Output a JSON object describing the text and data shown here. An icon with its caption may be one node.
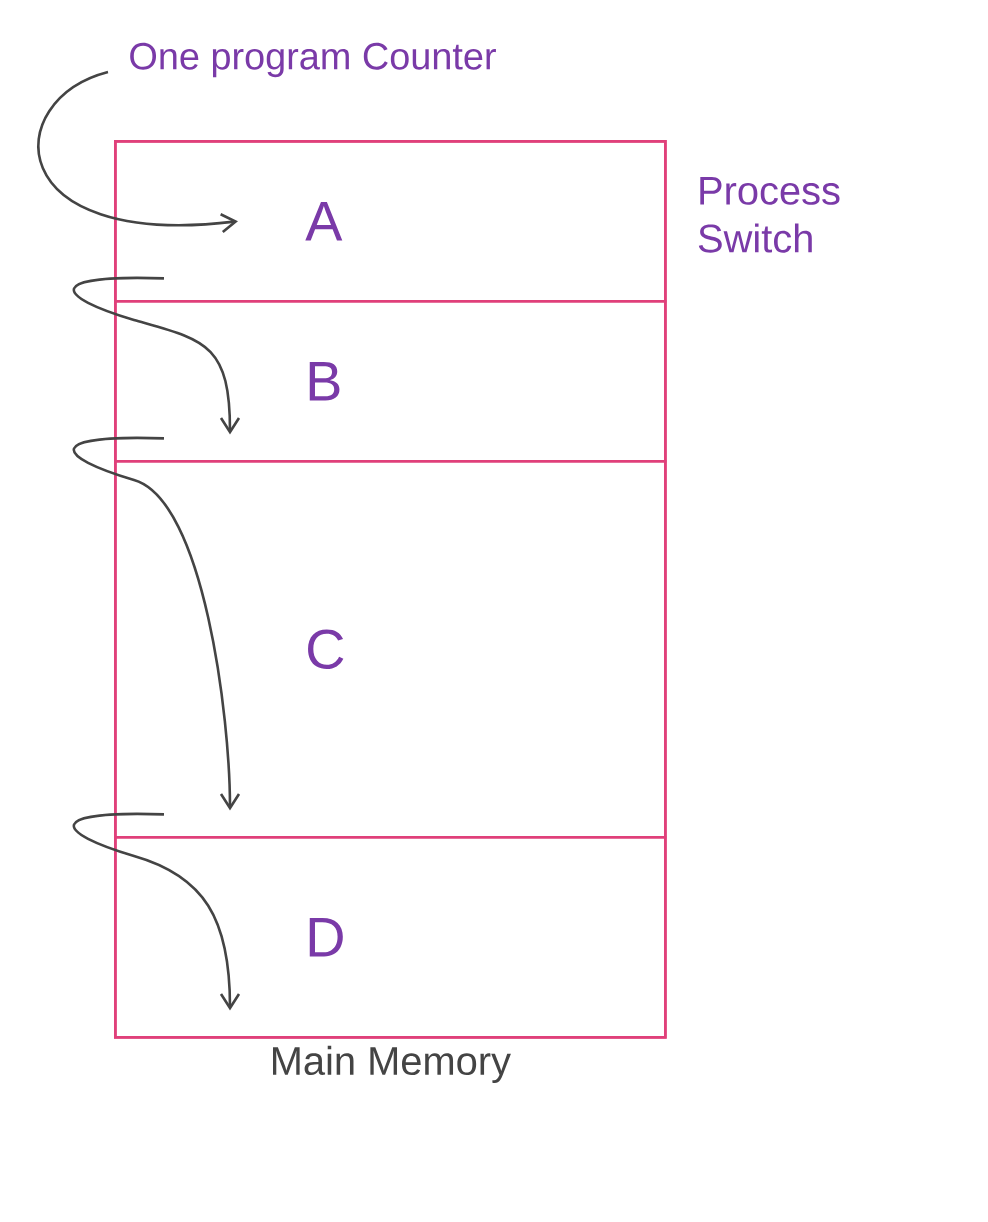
{
  "diagram": {
    "nodes": [
      {
        "text": [
          "One program Counter"
        ]
      },
      {
        "text": [
          "Main Memory"
        ]
      },
      {
        "text": [
          "A"
        ],
        "in": 1
      },
      {
        "text": [
          "B"
        ],
        "in": 1
      },
      {
        "text": [
          "C"
        ],
        "in": 1
      },
      {
        "text": [
          "D"
        ],
        "in": 1
      }
    ],
    "edges": [
      {
        "from": 0,
        "to": 2,
        "arrow": "to"
      },
      {
        "from": 2,
        "to": 3,
        "arrow": "to"
      },
      {
        "from": 3,
        "to": 4,
        "arrow": "to"
      },
      {
        "from": 4,
        "to": 5,
        "arrow": "to"
      }
    ],
    "labels": [
      "Process Switch"
    ]
  }
}
